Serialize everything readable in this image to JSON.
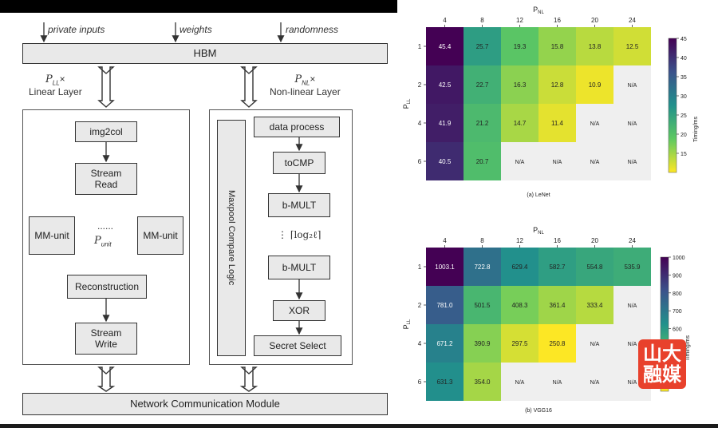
{
  "diagram": {
    "inputs": [
      "private inputs",
      "weights",
      "randomness"
    ],
    "hbm": "HBM",
    "linear_label": {
      "p": "P",
      "sub": "LL",
      "times": "×",
      "name": "Linear Layer"
    },
    "nonlinear_label": {
      "p": "P",
      "sub": "NL",
      "times": "×",
      "name": "Non-linear Layer"
    },
    "linear_blocks": {
      "img2col": "img2col",
      "stream_read": "Stream\nRead",
      "mm_unit": "MM-unit",
      "dots": "......",
      "p_unit": {
        "p": "P",
        "sub": "unit"
      },
      "reconstruction": "Reconstruction",
      "stream_write": "Stream\nWrite"
    },
    "nonlinear_blocks": {
      "data_process": "data process",
      "tocmp": "toCMP",
      "b_mult_1": "b-MULT",
      "log_loop": "⋮ ⌈log₂ℓ⌉",
      "b_mult_2": "b-MULT",
      "xor": "XOR",
      "secret_select": "Secret Select",
      "maxpool": "Maxpool Compare Logic"
    },
    "network": "Network Communication Module"
  },
  "chart_data": [
    {
      "type": "heatmap",
      "title": "(a) LeNet",
      "xlabel": "P_NL",
      "ylabel": "P_LL",
      "x": [
        4,
        8,
        12,
        16,
        20,
        24
      ],
      "y": [
        1,
        2,
        4,
        6
      ],
      "values": [
        [
          45.4,
          25.7,
          19.3,
          15.8,
          13.8,
          12.5
        ],
        [
          42.5,
          22.7,
          16.3,
          12.8,
          10.9,
          null
        ],
        [
          41.9,
          21.2,
          14.7,
          11.4,
          null,
          null
        ],
        [
          40.5,
          20.7,
          null,
          null,
          null,
          null
        ]
      ],
      "na_label": "N/A",
      "colorbar": {
        "min": 10,
        "max": 45,
        "ticks": [
          15,
          20,
          25,
          30,
          35,
          40,
          45
        ],
        "label": "Timing/ms"
      }
    },
    {
      "type": "heatmap",
      "title": "(b) VGG16",
      "xlabel": "P_NL",
      "ylabel": "P_LL",
      "x": [
        4,
        8,
        12,
        16,
        20,
        24
      ],
      "y": [
        1,
        2,
        4,
        6
      ],
      "values": [
        [
          1003.1,
          722.8,
          629.4,
          582.7,
          554.8,
          535.9
        ],
        [
          781.0,
          501.5,
          408.3,
          361.4,
          333.4,
          null
        ],
        [
          671.2,
          390.9,
          297.5,
          250.8,
          null,
          null
        ],
        [
          631.3,
          354.0,
          null,
          null,
          null,
          null
        ]
      ],
      "na_label": "N/A",
      "colorbar": {
        "min": 250,
        "max": 1000,
        "ticks": [
          300,
          400,
          500,
          600,
          700,
          800,
          900,
          1000
        ],
        "label": "Timing/ms"
      }
    }
  ],
  "watermark": "山大融媒"
}
